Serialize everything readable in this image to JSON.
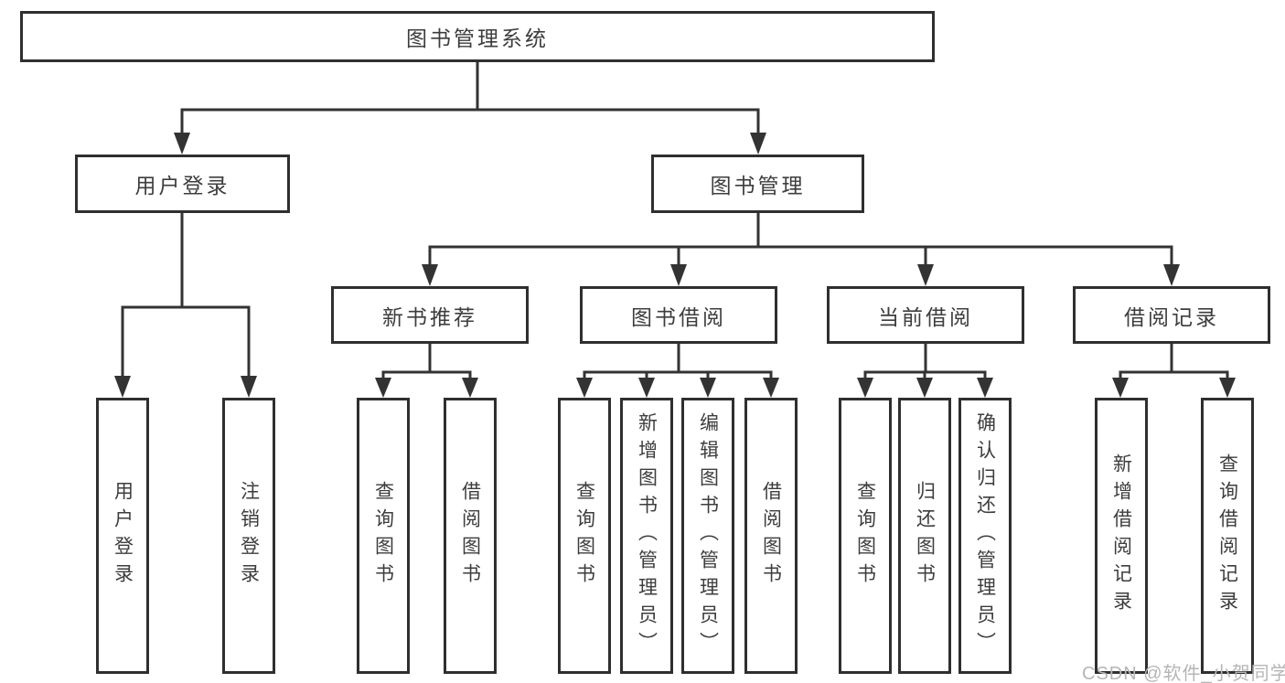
{
  "diagram": {
    "type": "hierarchy-tree",
    "root": {
      "label": "图书管理系统"
    },
    "level1": [
      {
        "id": "user-login",
        "label": "用户登录",
        "parent": "图书管理系统"
      },
      {
        "id": "book-management",
        "label": "图书管理",
        "parent": "图书管理系统"
      }
    ],
    "level2": [
      {
        "id": "new-book-recommendation",
        "label": "新书推荐",
        "parent": "图书管理"
      },
      {
        "id": "book-borrowing",
        "label": "图书借阅",
        "parent": "图书管理"
      },
      {
        "id": "current-borrowing",
        "label": "当前借阅",
        "parent": "图书管理"
      },
      {
        "id": "borrowing-records",
        "label": "借阅记录",
        "parent": "图书管理"
      }
    ],
    "leaves": [
      {
        "id": "leaf-user-login",
        "label": "用户登录",
        "parent": "用户登录"
      },
      {
        "id": "leaf-logout",
        "label": "注销登录",
        "parent": "用户登录"
      },
      {
        "id": "leaf-query-books-recommend",
        "label": "查询图书",
        "parent": "新书推荐"
      },
      {
        "id": "leaf-borrow-books-recommend",
        "label": "借阅图书",
        "parent": "新书推荐"
      },
      {
        "id": "leaf-query-books-borrowing",
        "label": "查询图书",
        "parent": "图书借阅"
      },
      {
        "id": "leaf-add-book-admin",
        "label": "新增图书（管理员）",
        "parent": "图书借阅"
      },
      {
        "id": "leaf-edit-book-admin",
        "label": "编辑图书（管理员）",
        "parent": "图书借阅"
      },
      {
        "id": "leaf-borrow-books-borrowing",
        "label": "借阅图书",
        "parent": "图书借阅"
      },
      {
        "id": "leaf-query-books-current",
        "label": "查询图书",
        "parent": "当前借阅"
      },
      {
        "id": "leaf-return-books",
        "label": "归还图书",
        "parent": "当前借阅"
      },
      {
        "id": "leaf-confirm-return-admin",
        "label": "确认归还（管理员）",
        "parent": "当前借阅"
      },
      {
        "id": "leaf-add-borrow-record",
        "label": "新增借阅记录",
        "parent": "借阅记录"
      },
      {
        "id": "leaf-query-borrow-record",
        "label": "查询借阅记录",
        "parent": "借阅记录"
      }
    ]
  },
  "watermark": {
    "text": "CSDN @软件_小贺同学"
  },
  "colors": {
    "background": "#ffffff",
    "line": "#333333",
    "box_border": "#2f2f2f",
    "text": "#3d3d3d",
    "watermark": "#b5b5b5"
  }
}
